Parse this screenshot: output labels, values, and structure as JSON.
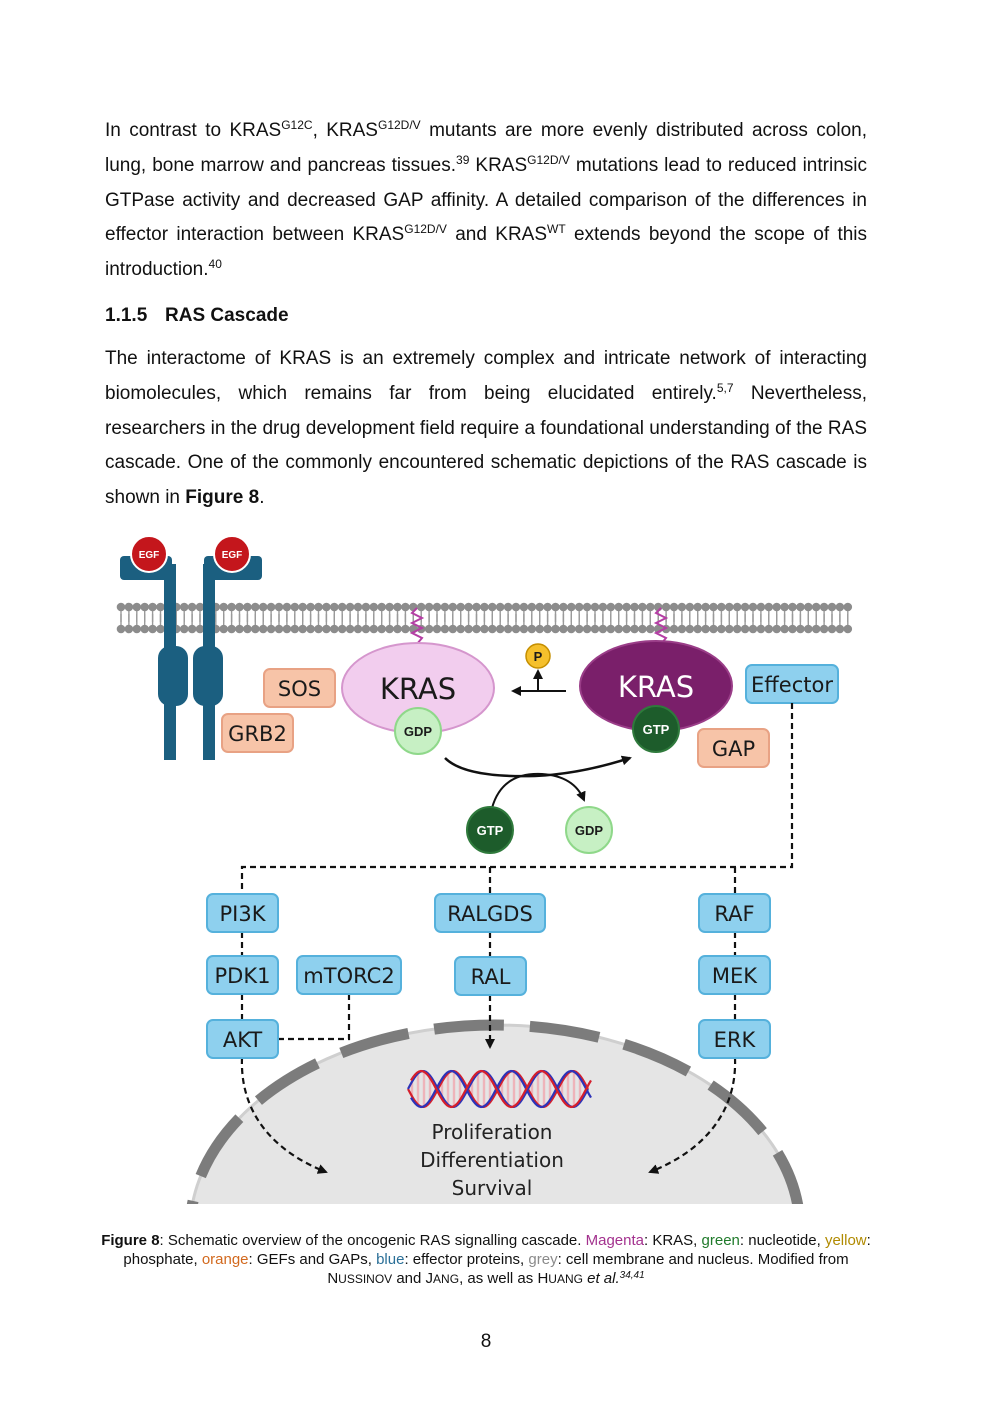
{
  "paragraph1": {
    "t1": "In contrast to KRAS",
    "s1": "G12C",
    "t2": ", KRAS",
    "s2": "G12D/V",
    "t3": " mutants are more evenly distributed across colon, lung, bone marrow and pancreas tissues.",
    "s3": "39",
    "t4": " KRAS",
    "s4": "G12D/V",
    "t5": " mutations lead to reduced intrinsic GTPase activity and decreased GAP affinity. A detailed comparison of the differences in effector interaction between KRAS",
    "s5": "G12D/V",
    "t6": " and KRAS",
    "s6": "WT",
    "t7": " extends beyond the scope of this introduction.",
    "s7": "40"
  },
  "heading": {
    "number": "1.1.5",
    "title": "RAS Cascade"
  },
  "paragraph2": {
    "t1": "The interactome of KRAS is an extremely complex and intricate network of interacting biomolecules, which remains far from being elucidated entirely.",
    "s1": "5,7",
    "t2": " Nevertheless, researchers in the drug development field require a foundational understanding of the RAS cascade. One of the commonly encountered schematic depictions of the RAS cascade is shown in ",
    "bold": "Figure 8",
    "t3": "."
  },
  "figure": {
    "egf1": "EGF",
    "egf2": "EGF",
    "sos": "SOS",
    "grb2": "GRB2",
    "kras_inactive": "KRAS",
    "gdp_bound": "GDP",
    "phosphate": "P",
    "kras_active": "KRAS",
    "gtp_bound": "GTP",
    "effector": "Effector",
    "gap": "GAP",
    "gtp_free": "GTP",
    "gdp_free": "GDP",
    "pi3k": "PI3K",
    "pdk1": "PDK1",
    "mtorc2": "mTORC2",
    "akt": "AKT",
    "ralgds": "RALGDS",
    "ral": "RAL",
    "raf": "RAF",
    "mek": "MEK",
    "erk": "ERK",
    "outcome1": "Proliferation",
    "outcome2": "Differentiation",
    "outcome3": "Survival",
    "colors": {
      "kras_inactive_fill": "#f2cdee",
      "kras_active_fill": "#7a1f6a",
      "gdp_fill": "#c7f0c4",
      "gtp_fill": "#1d5c2b",
      "phosphate_fill": "#f5c02c",
      "orange_box": "#f7c4a8",
      "blue_box": "#8ed0ee",
      "receptor": "#1b5f80",
      "egf": "#c4161c"
    }
  },
  "caption": {
    "label": "Figure 8",
    "t1": ": Schematic overview of the oncogenic RAS signalling cascade. ",
    "magenta": "Magenta",
    "t2": ": KRAS, ",
    "green": "green",
    "t3": ": nucleotide, ",
    "yellow": "yellow",
    "t4": ": phosphate, ",
    "orange": "orange",
    "t5": ": GEFs and GAPs, ",
    "blue": "blue",
    "t6": ": effector proteins, ",
    "grey": "grey",
    "t7": ": cell membrane and nucleus. Modified from ",
    "n1a": "N",
    "n1b": "USSINOV",
    "t8": " and ",
    "n2a": "J",
    "n2b": "ANG",
    "t9": ", as well as ",
    "n3a": "H",
    "n3b": "UANG",
    "t10": " ",
    "etal": "et al.",
    "refs": "34,41"
  },
  "page_number": "8"
}
